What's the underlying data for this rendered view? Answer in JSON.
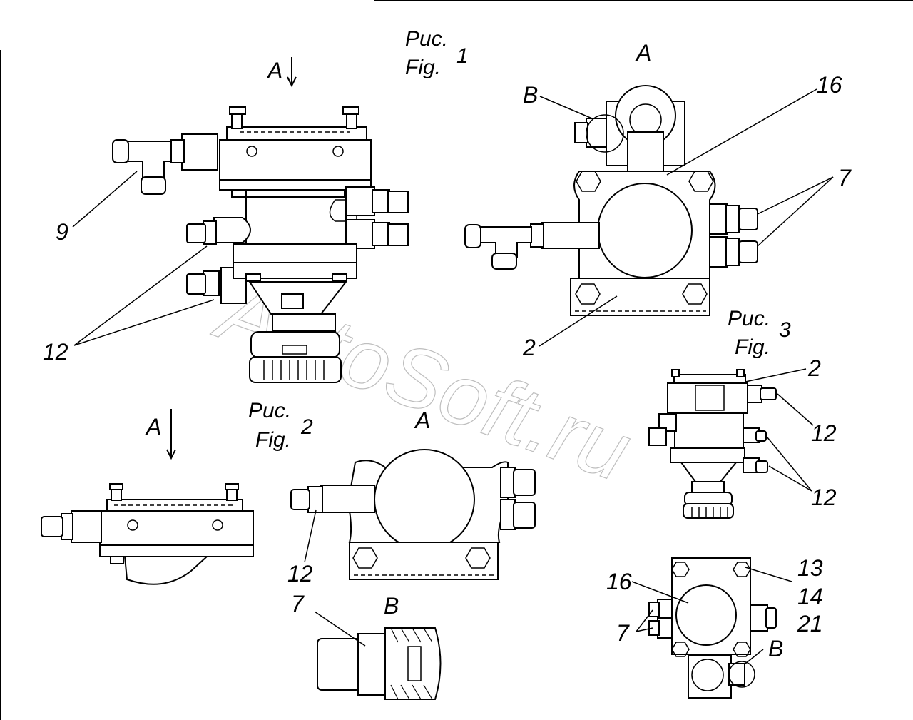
{
  "captions": {
    "fig1_ru": "Рис.",
    "fig1_en": "Fig.",
    "fig1_num": "1",
    "fig2_ru": "Рис.",
    "fig2_en": "Fig.",
    "fig2_num": "2",
    "fig3_ru": "Рис.",
    "fig3_en": "Fig.",
    "fig3_num": "3"
  },
  "views": {
    "a_fig1": "A",
    "a_top": "A",
    "a_fig2": "A",
    "a_view2": "A",
    "b_top": "B",
    "b_detail": "B",
    "b_bottom": "B"
  },
  "callouts": {
    "c9": "9",
    "c12_fig1": "12",
    "c16_top": "16",
    "c7_top": "7",
    "c2_top": "2",
    "c2_fig3": "2",
    "c12_fig3_a": "12",
    "c12_fig3_b": "12",
    "c12_fig2": "12",
    "c7_detail": "7",
    "c16_bottom": "16",
    "c13": "13",
    "c14": "14",
    "c21": "21",
    "c7_bottom": "7"
  },
  "watermark": "AutoSoft.ru"
}
